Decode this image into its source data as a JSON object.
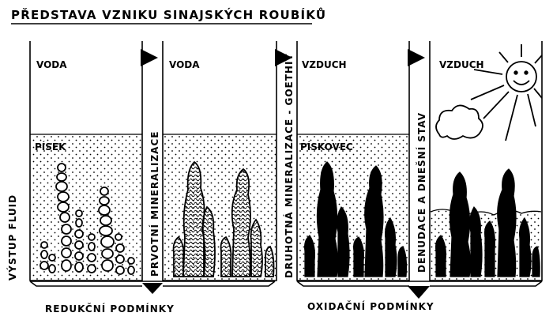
{
  "title": "PŘEDSTAVA VZNIKU SINAJSKÝCH ROUBÍKŮ",
  "panels": [
    {
      "top_label": "VODA",
      "sand_label": "PÍSEK",
      "side_label": "VÝSTUP FLUID"
    },
    {
      "top_label": "VODA",
      "sand_label": "",
      "side_label": "PRVOTNÍ MINERALIZACE"
    },
    {
      "top_label": "VZDUCH",
      "sand_label": "PÍSKOVEC",
      "side_label": "DRUHOTNÁ MINERALIZACE - GOETHIT"
    },
    {
      "top_label": "VZDUCH",
      "sand_label": "",
      "side_label": "DENUDACE A DNEŠNÍ STAV"
    }
  ],
  "bottom_labels": {
    "left": "REDUKČNÍ PODMÍNKY",
    "right": "OXIDAČNÍ PODMÍNKY"
  },
  "colors": {
    "ink": "#000000",
    "paper": "#ffffff"
  },
  "icons": [
    "sun-icon",
    "cloud-icon",
    "arrow-right-icon",
    "arrow-down-icon"
  ]
}
